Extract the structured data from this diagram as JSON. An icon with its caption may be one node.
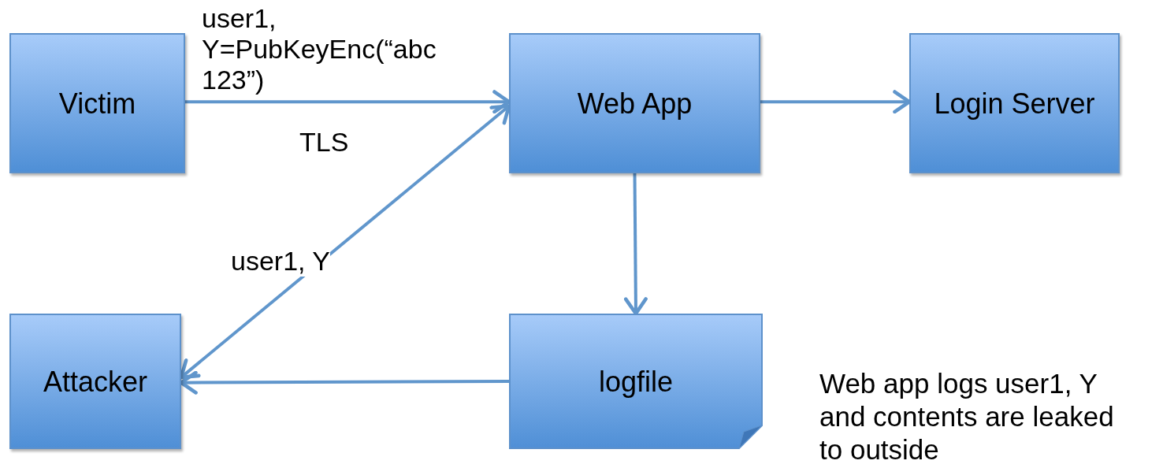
{
  "diagram": {
    "nodes": [
      {
        "text": [
          "Victim"
        ]
      },
      {
        "text": [
          "Web App"
        ]
      },
      {
        "text": [
          "Login Server"
        ]
      },
      {
        "text": [
          "Attacker"
        ]
      },
      {
        "text": [
          "logfile"
        ]
      }
    ],
    "edges": [
      {
        "from": 0,
        "to": 1,
        "arrow": "to",
        "label": "user1, Y=PubKeyEnc(“abc 123”)"
      },
      {
        "from": 1,
        "to": 2,
        "arrow": "to"
      },
      {
        "from": 1,
        "to": 4,
        "arrow": "to"
      },
      {
        "from": 1,
        "to": 3,
        "arrow": "both",
        "label": "user1, Y"
      },
      {
        "from": 4,
        "to": 3,
        "arrow": "to"
      }
    ],
    "labels": [
      "TLS",
      "Web app logs user1, Y and contents are leaked to outside"
    ]
  }
}
